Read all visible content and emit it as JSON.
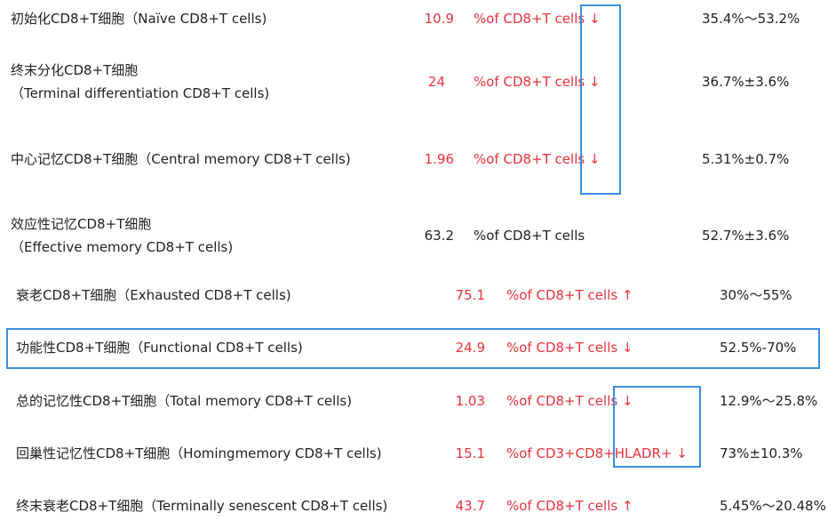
{
  "rows": [
    {
      "name_line1": "初始化CD8+T细胞（Naïve CD8+T cells)",
      "name_line2": "",
      "value": "10.9",
      "unit": "%of CD8+T cells ↓",
      "ref": "35.4%～53.2%",
      "flag": "low"
    },
    {
      "name_line1": "终末分化CD8+T细胞",
      "name_line2": "（Terminal differentiation CD8+T cells)",
      "value": "24",
      "unit": "%of CD8+T cells ↓",
      "ref": "36.7%±3.6%",
      "flag": "low"
    },
    {
      "name_line1": "中心记忆CD8+T细胞（Central memory CD8+T cells)",
      "name_line2": "",
      "value": "1.96",
      "unit": "%of CD8+T cells ↓",
      "ref": "5.31%±0.7%",
      "flag": "low"
    },
    {
      "name_line1": "效应性记忆CD8+T细胞",
      "name_line2": "（Effective memory CD8+T cells)",
      "value": "63.2",
      "unit": "%of CD8+T cells",
      "ref": "52.7%±3.6%",
      "flag": "normal"
    },
    {
      "name_line1": "衰老CD8+T细胞（Exhausted CD8+T cells)",
      "name_line2": "",
      "value": "75.1",
      "unit": "%of CD8+T cells ↑",
      "ref": "30%～55%",
      "flag": "high"
    },
    {
      "name_line1": "功能性CD8+T细胞（Functional CD8+T cells)",
      "name_line2": "",
      "value": "24.9",
      "unit": "%of CD8+T cells ↓",
      "ref": "52.5%-70%",
      "flag": "low"
    },
    {
      "name_line1": "总的记忆性CD8+T细胞（Total memory CD8+T cells)",
      "name_line2": "",
      "value": "1.03",
      "unit": "%of CD8+T cells ↓",
      "ref": "12.9%～25.8%",
      "flag": "low"
    },
    {
      "name_line1": "回巢性记忆性CD8+T细胞（Homingmemory CD8+T cells)",
      "name_line2": "",
      "value": "15.1",
      "unit": "%of CD3+CD8+HLADR+ ↓",
      "ref": "73%±10.3%",
      "flag": "low"
    },
    {
      "name_line1": "终末衰老CD8+T细胞（Terminally senescent CD8+T cells)",
      "name_line2": "",
      "value": "43.7",
      "unit": "%of CD8+T cells ↑",
      "ref": "5.45%～20.48%",
      "flag": "high"
    }
  ],
  "highlight_color": "#3b8fe0",
  "abnormal_color": "#e8323c"
}
